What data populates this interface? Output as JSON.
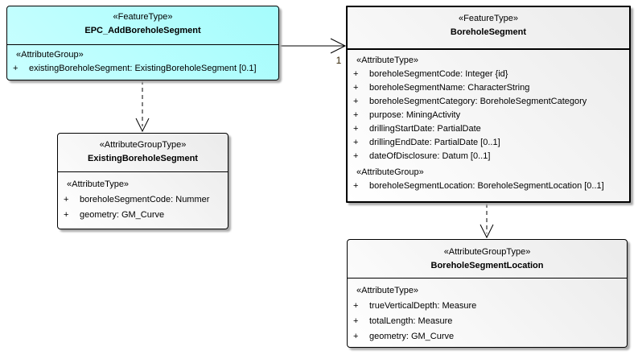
{
  "diagram": {
    "type": "uml-class-diagram",
    "background": "#ffffff"
  },
  "colors": {
    "feature_type_fill": "#aefefe",
    "group_type_fill": "#f0f0f0",
    "border": "#000000",
    "shadow": "#ababab"
  },
  "boxes": {
    "epc": {
      "stereotype": "«FeatureType»",
      "name": "EPC_AddBoreholeSegment",
      "sections": [
        {
          "stereotype": "«AttributeGroup»",
          "rows": [
            {
              "vis": "+",
              "text": "existingBoreholeSegment: ExistingBoreholeSegment [0.1]"
            }
          ]
        }
      ]
    },
    "borehole": {
      "stereotype": "«FeatureType»",
      "name": "BoreholeSegment",
      "sections": [
        {
          "stereotype": "«AttributeType»",
          "rows": [
            {
              "vis": "+",
              "text": "boreholeSegmentCode: Integer {id}"
            },
            {
              "vis": "+",
              "text": "boreholeSegmentName: CharacterString"
            },
            {
              "vis": "+",
              "text": "boreholeSegmentCategory: BoreholeSegmentCategory"
            },
            {
              "vis": "+",
              "text": "purpose: MiningActivity"
            },
            {
              "vis": "+",
              "text": "drillingStartDate: PartialDate"
            },
            {
              "vis": "+",
              "text": "drillingEndDate: PartialDate [0..1]"
            },
            {
              "vis": "+",
              "text": "dateOfDisclosure: Datum [0..1]"
            }
          ]
        },
        {
          "stereotype": "«AttributeGroup»",
          "rows": [
            {
              "vis": "+",
              "text": "boreholeSegmentLocation: BoreholeSegmentLocation [0..1]"
            }
          ]
        }
      ]
    },
    "existing": {
      "stereotype": "«AttributeGroupType»",
      "name": "ExistingBoreholeSegment",
      "sections": [
        {
          "stereotype": "«AttributeType»",
          "rows": [
            {
              "vis": "+",
              "text": "boreholeSegmentCode: Nummer"
            },
            {
              "vis": "+",
              "text": "geometry: GM_Curve"
            }
          ]
        }
      ]
    },
    "location": {
      "stereotype": "«AttributeGroupType»",
      "name": "BoreholeSegmentLocation",
      "sections": [
        {
          "stereotype": "«AttributeType»",
          "rows": [
            {
              "vis": "+",
              "text": "trueVerticalDepth: Measure"
            },
            {
              "vis": "+",
              "text": "totalLength: Measure"
            },
            {
              "vis": "+",
              "text": "geometry: GM_Curve"
            }
          ]
        }
      ]
    }
  },
  "connectors": {
    "association": {
      "multiplicity": "1"
    }
  }
}
